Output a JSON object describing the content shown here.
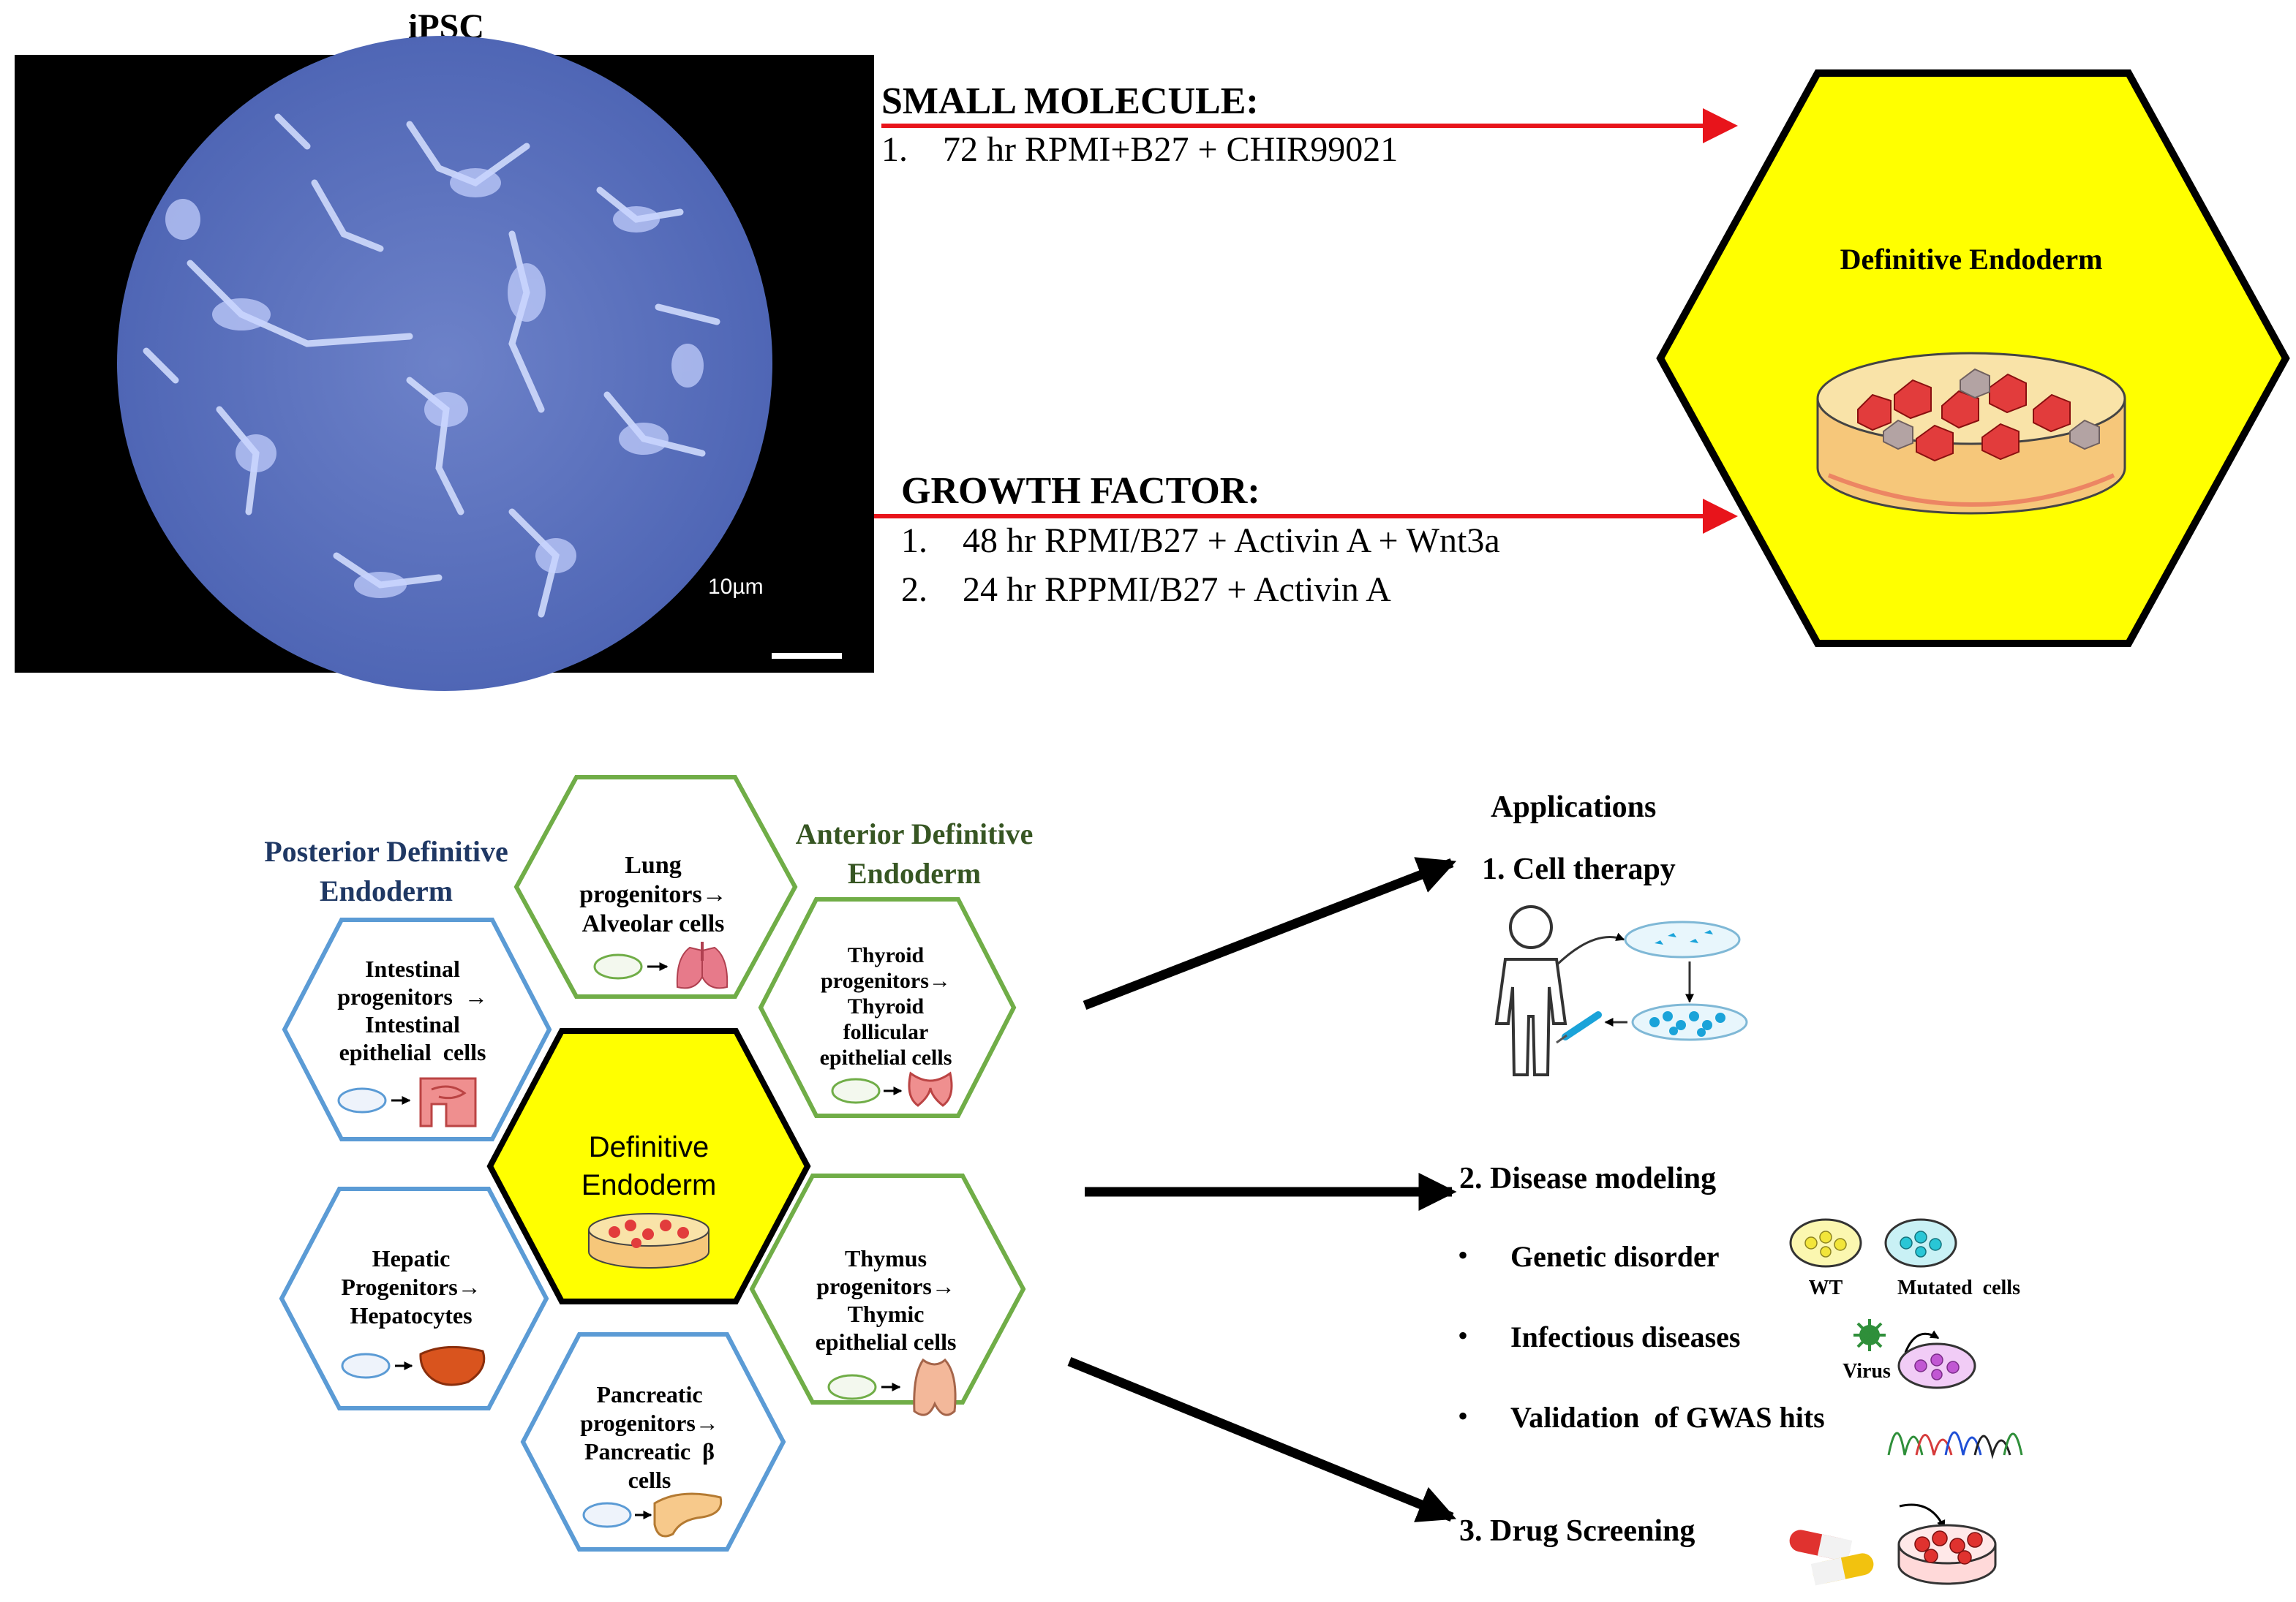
{
  "ipsc": {
    "title": "iPSC",
    "scale_label": "10µm"
  },
  "protocols": {
    "small_molecule": {
      "heading": "SMALL MOLECULE:",
      "steps": [
        "1.    72 hr RPMI+B27 + CHIR99021"
      ]
    },
    "growth_factor": {
      "heading": "GROWTH FACTOR:",
      "steps": [
        "1.    48 hr RPMI/B27 + Activin A + Wnt3a",
        "2.    24 hr RPPMI/B27 + Activin A"
      ]
    }
  },
  "de_top": {
    "label": "Definitive Endoderm"
  },
  "hex_map": {
    "posterior_title": [
      "Posterior Definitive",
      "Endoderm"
    ],
    "anterior_title": [
      "Anterior Definitive",
      "Endoderm"
    ],
    "center": [
      "Definitive",
      "Endoderm"
    ],
    "lung": [
      "Lung",
      "progenitors→",
      "Alveolar cells"
    ],
    "intestinal": [
      "Intestinal",
      "progenitors  →",
      "Intestinal",
      "epithelial  cells"
    ],
    "thyroid": [
      "Thyroid",
      "progenitors→",
      "Thyroid",
      "follicular",
      "epithelial cells"
    ],
    "hepatic": [
      "Hepatic",
      "Progenitors→",
      "Hepatocytes"
    ],
    "thymus": [
      "Thymus",
      "progenitors→",
      "Thymic",
      "epithelial cells"
    ],
    "pancreatic": [
      "Pancreatic",
      "progenitors→",
      "Pancreatic  β",
      "cells"
    ]
  },
  "applications": {
    "title": "Applications",
    "cell_therapy": "1. Cell therapy",
    "disease_modeling": "2. Disease modeling",
    "bullets": [
      "Genetic disorder",
      "Infectious diseases",
      "Validation  of GWAS hits"
    ],
    "wt_label": "WT",
    "mutated_label": "Mutated  cells",
    "virus_label": "Virus",
    "drug_screening": "3. Drug Screening"
  },
  "colors": {
    "arrow_red": "#e8141b",
    "hex_yellow": "#ffff00",
    "blue_hex": "#5b9bd5",
    "green_hex": "#70ad47",
    "posterior_text": "#1f3864",
    "anterior_text": "#375623"
  }
}
